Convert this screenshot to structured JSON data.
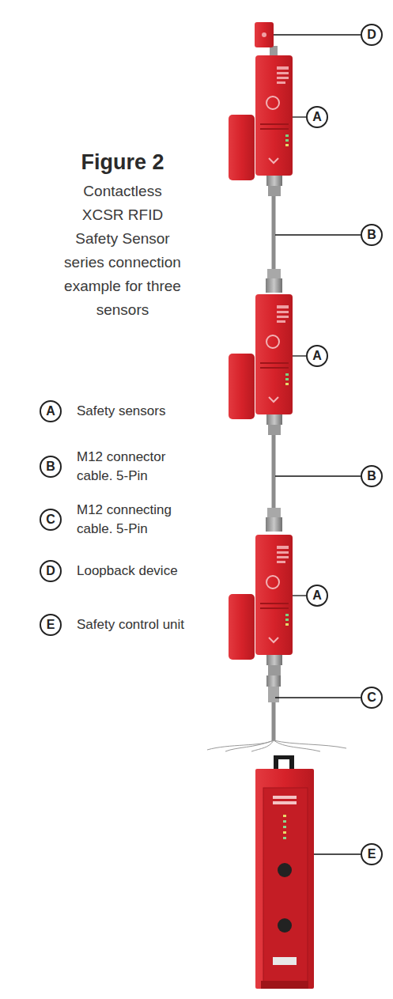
{
  "diagram": {
    "title": "Figure 2",
    "caption": "Contactless XCSR RFID Safety Sensor series connection example for three sensors",
    "labels": [
      "D",
      "A",
      "B",
      "A",
      "A",
      "Safety sensors",
      "B",
      "M12 connector cable. 5-Pin",
      "B",
      "C",
      "M12 connecting cable. 5-Pin",
      "D",
      "Loopback device",
      "A",
      "E",
      "Safety control unit",
      "C",
      "E"
    ]
  }
}
